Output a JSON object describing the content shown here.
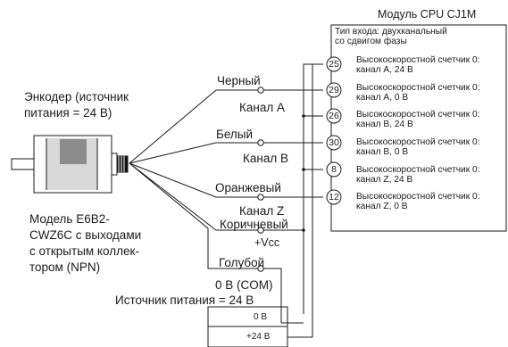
{
  "module_title": "Модуль CPU CJ1M",
  "input_type": [
    "Тип входа: двухканальный",
    "со сдвигом фазы"
  ],
  "encoder_title": [
    "Энкодер (источник",
    "питания = 24 В)"
  ],
  "encoder_model": [
    "Модель E6B2-",
    "CWZ6C с выходами",
    "с открытым коллек-",
    "тором (NPN)"
  ],
  "wires": {
    "black": "Черный",
    "ch_a": "Канал А",
    "white": "Белый",
    "ch_b": "Канал В",
    "orange": "Оранжевый",
    "ch_z": "Канал Z",
    "brown": "Коричневый",
    "vcc": "+Vcc",
    "blue": "Голубой",
    "com": "0 В (COM)"
  },
  "power_supply": {
    "title": "Источник питания = 24 В",
    "zero": "0 В",
    "plus24": "+24 В"
  },
  "pins": [
    {
      "num": "25",
      "line1": "Высокоскоростной счетчик 0:",
      "line2": "канал А, 24 В"
    },
    {
      "num": "29",
      "line1": "Высокоскоростной счетчик 0:",
      "line2": "канал А, 0 В"
    },
    {
      "num": "26",
      "line1": "Высокоскоростной счетчик 0:",
      "line2": "канал В, 24 В"
    },
    {
      "num": "30",
      "line1": "Высокоскоростной счетчик 0:",
      "line2": "канал В, 0 В"
    },
    {
      "num": "8",
      "line1": "Высокоскоростной счетчик 0:",
      "line2": "канал Z, 24 В"
    },
    {
      "num": "12",
      "line1": "Высокоскоростной счетчик 0:",
      "line2": "канал Z, 0 В"
    }
  ]
}
